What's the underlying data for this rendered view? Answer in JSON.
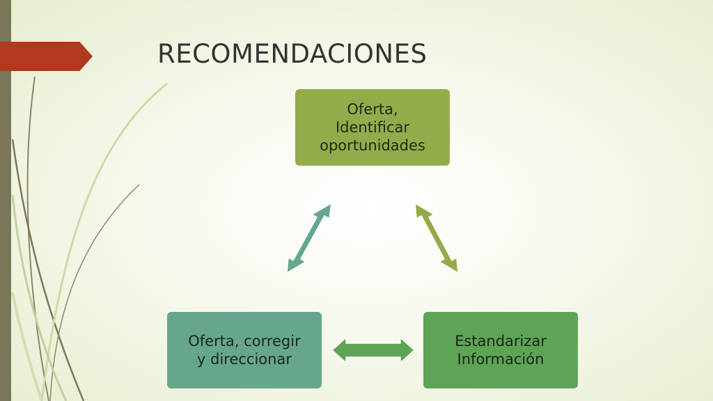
{
  "slide": {
    "title": "RECOMENDACIONES"
  },
  "diagram": {
    "nodes": [
      {
        "id": "top",
        "label": "Oferta,\nIdentificar\noportunidades",
        "color": "#94ab4c"
      },
      {
        "id": "left",
        "label": "Oferta, corregir\ny direccionar",
        "color": "#66a78c"
      },
      {
        "id": "right",
        "label": "Estandarizar\nInformación",
        "color": "#5ea456"
      }
    ],
    "edges": [
      {
        "from": "top",
        "to": "right",
        "direction": "both",
        "color": "#94ab4c"
      },
      {
        "from": "top",
        "to": "left",
        "direction": "both",
        "color": "#66a78c"
      },
      {
        "from": "left",
        "to": "right",
        "direction": "both",
        "color": "#5ea456"
      }
    ]
  },
  "theme": {
    "accent_red": "#b1391d",
    "strip": "#7a7557"
  }
}
